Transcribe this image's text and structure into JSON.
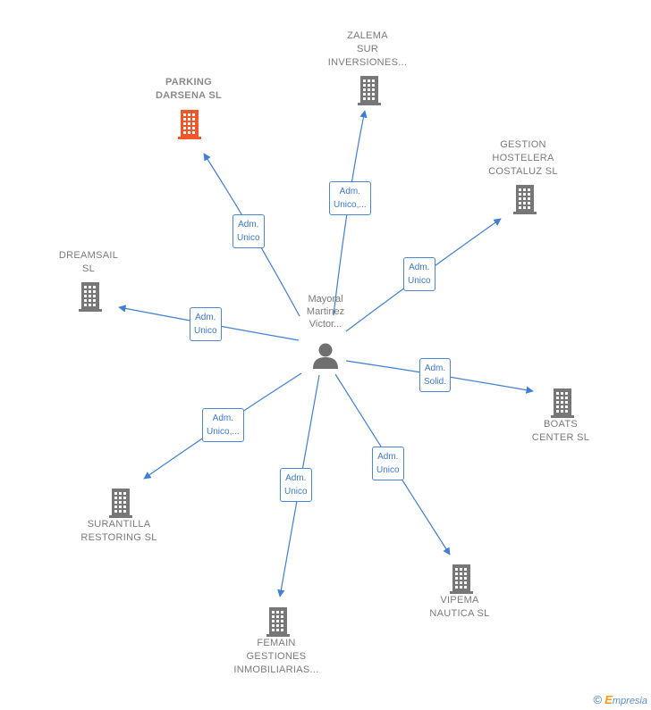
{
  "center": {
    "name_lines": [
      "Mayoral",
      "Martinez",
      "Victor..."
    ],
    "icon": "person-icon"
  },
  "companies": [
    {
      "id": "parking",
      "lines": [
        "PARKING",
        "DARSENA  SL"
      ],
      "highlight": true,
      "icon": "building-icon",
      "color": "#f0572a"
    },
    {
      "id": "zalema",
      "lines": [
        "ZALEMA",
        "SUR",
        "INVERSIONES..."
      ],
      "highlight": false,
      "icon": "building-icon",
      "color": "#777777"
    },
    {
      "id": "gestion",
      "lines": [
        "GESTION",
        "HOSTELERA",
        "COSTALUZ SL"
      ],
      "highlight": false,
      "icon": "building-icon",
      "color": "#777777"
    },
    {
      "id": "dreamsail",
      "lines": [
        "DREAMSAIL",
        "SL"
      ],
      "highlight": false,
      "icon": "building-icon",
      "color": "#777777"
    },
    {
      "id": "boats",
      "lines": [
        "BOATS",
        "CENTER SL"
      ],
      "highlight": false,
      "icon": "building-icon",
      "color": "#777777"
    },
    {
      "id": "surantilla",
      "lines": [
        "SURANTILLA",
        "RESTORING SL"
      ],
      "highlight": false,
      "icon": "building-icon",
      "color": "#777777"
    },
    {
      "id": "vipema",
      "lines": [
        "VIPEMA",
        "NAUTICA SL"
      ],
      "highlight": false,
      "icon": "building-icon",
      "color": "#777777"
    },
    {
      "id": "femain",
      "lines": [
        "FEMAIN",
        "GESTIONES",
        "INMOBILIARIAS..."
      ],
      "highlight": false,
      "icon": "building-icon",
      "color": "#777777"
    }
  ],
  "relations": [
    {
      "to": "parking",
      "lines": [
        "Adm.",
        "Unico"
      ]
    },
    {
      "to": "zalema",
      "lines": [
        "Adm.",
        "Unico,..."
      ]
    },
    {
      "to": "gestion",
      "lines": [
        "Adm.",
        "Unico"
      ]
    },
    {
      "to": "dreamsail",
      "lines": [
        "Adm.",
        "Unico"
      ]
    },
    {
      "to": "boats",
      "lines": [
        "Adm.",
        "Solid."
      ]
    },
    {
      "to": "surantilla",
      "lines": [
        "Adm.",
        "Unico,..."
      ]
    },
    {
      "to": "vipema",
      "lines": [
        "Adm.",
        "Unico"
      ]
    },
    {
      "to": "femain",
      "lines": [
        "Adm.",
        "Unico"
      ]
    }
  ],
  "colors": {
    "edge": "#3f7fd6",
    "building": "#777777",
    "highlight_building": "#f0572a",
    "person": "#6f6f6f"
  },
  "footer": {
    "copyright_symbol": "©",
    "brand_initial": "E",
    "brand_rest": "mpresia"
  }
}
